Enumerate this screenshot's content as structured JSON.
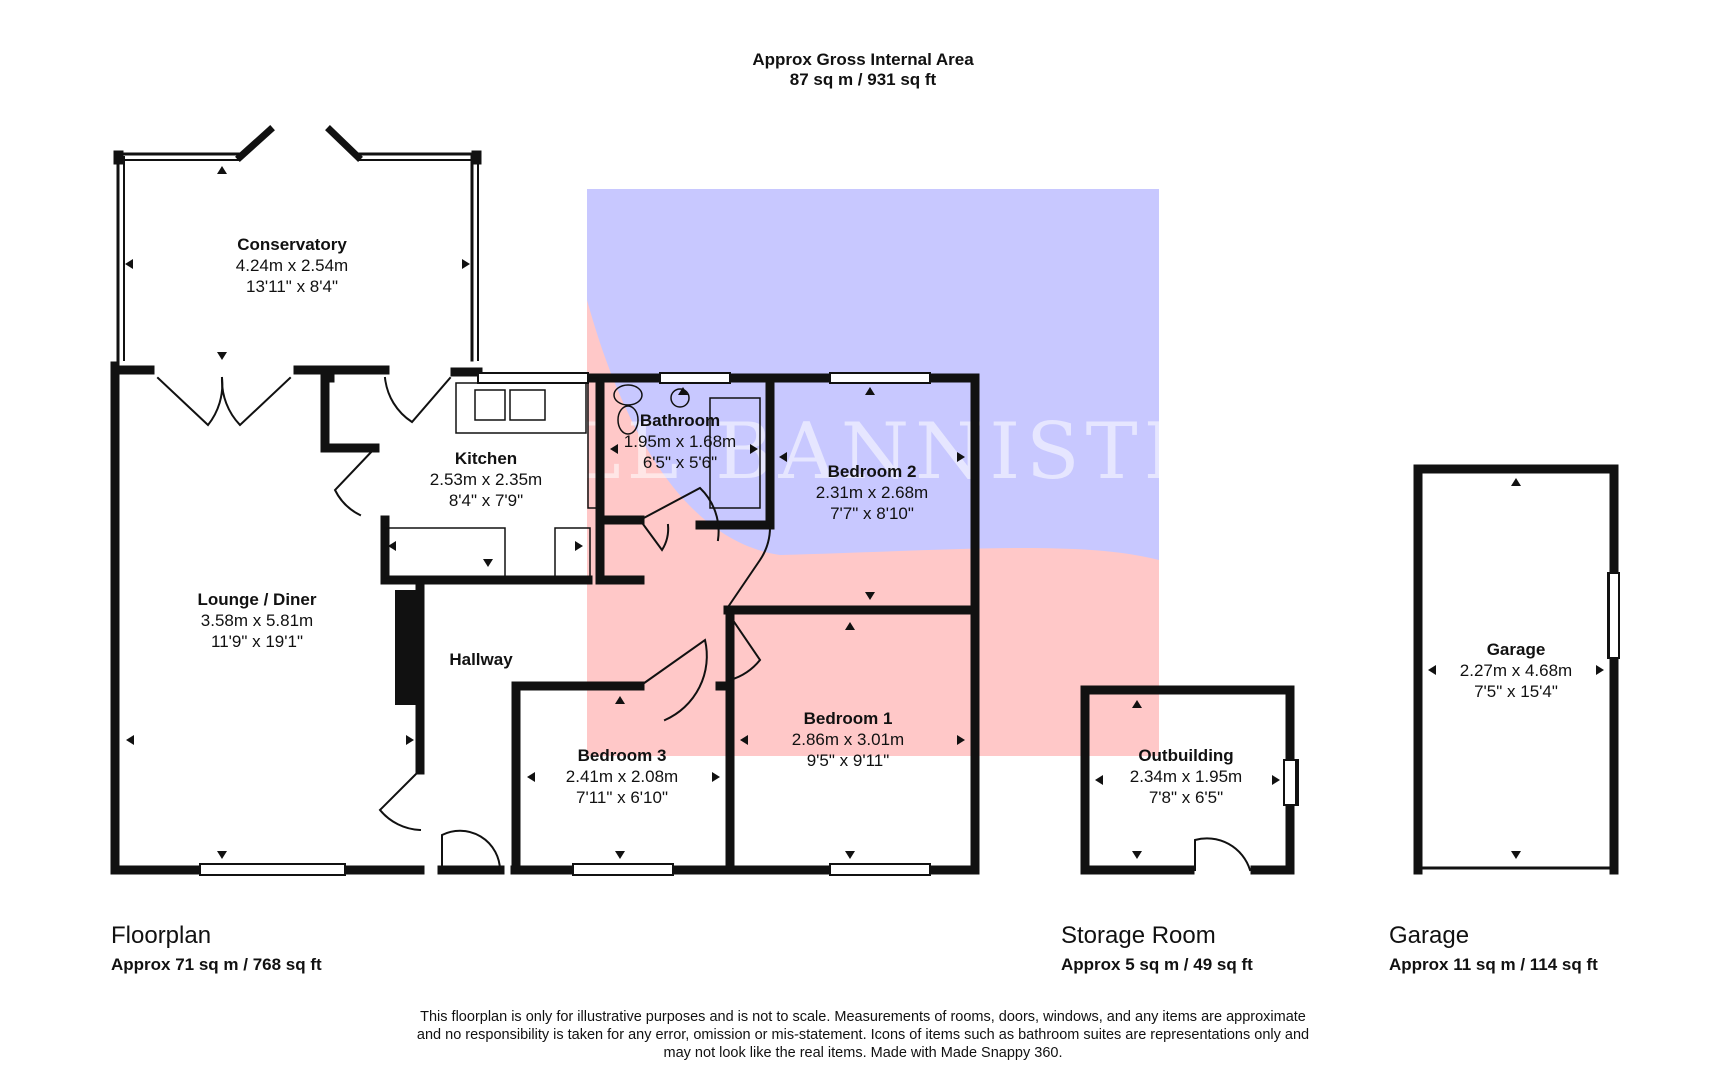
{
  "header": {
    "title": "Approx Gross Internal Area",
    "area": "87 sq m / 931 sq ft"
  },
  "watermark": {
    "colors": {
      "blue": "#c8c8ff",
      "pink": "#ffc8c8"
    }
  },
  "rooms": [
    {
      "id": "conservatory",
      "name": "Conservatory",
      "metric": "4.24m x 2.54m",
      "imperial": "13'11\" x 8'4\""
    },
    {
      "id": "kitchen",
      "name": "Kitchen",
      "metric": "2.53m x 2.35m",
      "imperial": "8'4\" x 7'9\""
    },
    {
      "id": "bathroom",
      "name": "Bathroom",
      "metric": "1.95m x 1.68m",
      "imperial": "6'5\" x 5'6\""
    },
    {
      "id": "bedroom-2",
      "name": "Bedroom 2",
      "metric": "2.31m x 2.68m",
      "imperial": "7'7\" x 8'10\""
    },
    {
      "id": "lounge-diner",
      "name": "Lounge / Diner",
      "metric": "3.58m x 5.81m",
      "imperial": "11'9\" x 19'1\""
    },
    {
      "id": "hallway",
      "name": "Hallway",
      "metric": "",
      "imperial": ""
    },
    {
      "id": "bedroom-1",
      "name": "Bedroom 1",
      "metric": "2.86m x 3.01m",
      "imperial": "9'5\" x 9'11\""
    },
    {
      "id": "bedroom-3",
      "name": "Bedroom 3",
      "metric": "2.41m x 2.08m",
      "imperial": "7'11\" x 6'10\""
    },
    {
      "id": "outbuilding",
      "name": "Outbuilding",
      "metric": "2.34m x 1.95m",
      "imperial": "7'8\" x 6'5\""
    },
    {
      "id": "garage",
      "name": "Garage",
      "metric": "2.27m x 4.68m",
      "imperial": "7'5\" x 15'4\""
    }
  ],
  "sections": [
    {
      "name": "Floorplan",
      "area": "Approx 71 sq m / 768 sq ft"
    },
    {
      "name": "Storage Room",
      "area": "Approx 5 sq m / 49 sq ft"
    },
    {
      "name": "Garage",
      "area": "Approx 11 sq m / 114 sq ft"
    }
  ],
  "disclaimer": [
    "This floorplan is only for illustrative purposes and is not to scale. Measurements of rooms, doors, windows, and any items are approximate",
    "and no responsibility is taken for any error, omission or mis-statement. Icons of items such as bathroom suites are representations only and",
    "may not look like the real items. Made with Made Snappy 360."
  ]
}
